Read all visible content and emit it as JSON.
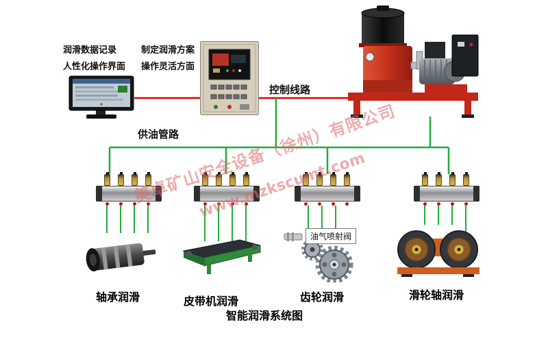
{
  "title": "智能润滑系统图",
  "notes": {
    "data_record": "润滑数据记录",
    "friendly_ui": "人性化操作界面",
    "make_plan": "制定润滑方案",
    "flexible_operation": "操作灵活方面"
  },
  "pipes": {
    "control_label": "控制线路",
    "supply_label": "供油管路"
  },
  "valve_label": "油气喷射阀",
  "equipment_labels": {
    "bearing": "轴承润滑",
    "belt": "皮带机润滑",
    "gear": "齿轮润滑",
    "pulley": "滑轮轴润滑"
  },
  "watermark": {
    "company": "美卓矿山安全设备（徐州）有限公司",
    "website": "www.mzkscumt.com"
  },
  "colors": {
    "control_line": "#e60000",
    "supply_line": "#1fae3c"
  }
}
